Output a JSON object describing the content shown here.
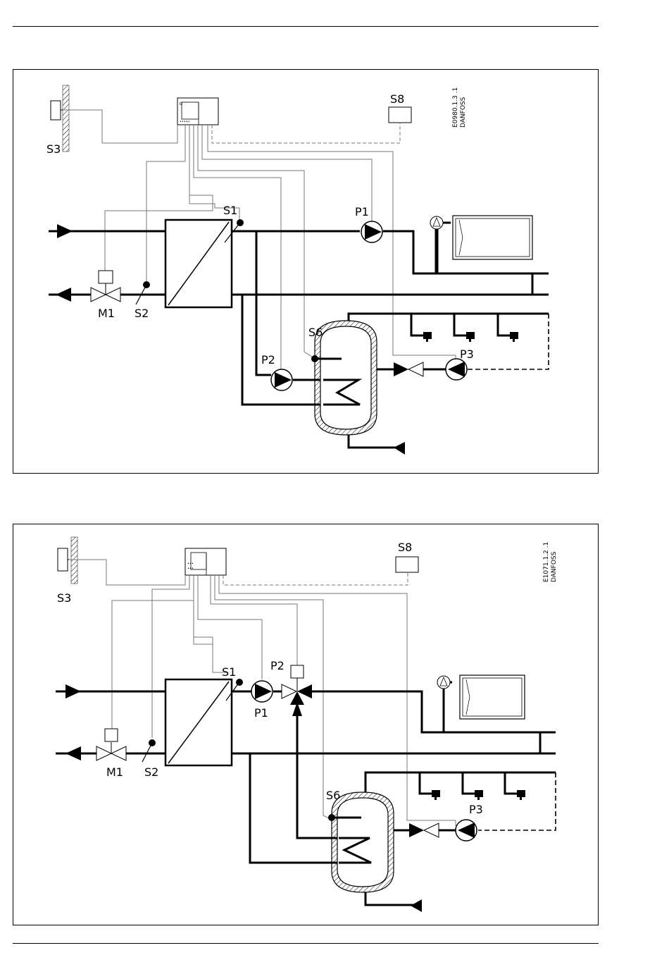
{
  "diagram_top": {
    "code": "E0980.1.3 .1",
    "brand": "DANFOSS",
    "labels": {
      "S3": "S3",
      "S8": "S8",
      "S1": "S1",
      "S2": "S2",
      "S6": "S6",
      "M1": "M1",
      "P1": "P1",
      "P2": "P2",
      "P3": "P3"
    }
  },
  "diagram_bottom": {
    "code": "E1071.1.2 .1",
    "brand": "DANFOSS",
    "labels": {
      "S3": "S3",
      "S8": "S8",
      "S1": "S1",
      "S2": "S2",
      "S6": "S6",
      "M1": "M1",
      "P1": "P1",
      "P2": "P2",
      "P3": "P3"
    }
  }
}
